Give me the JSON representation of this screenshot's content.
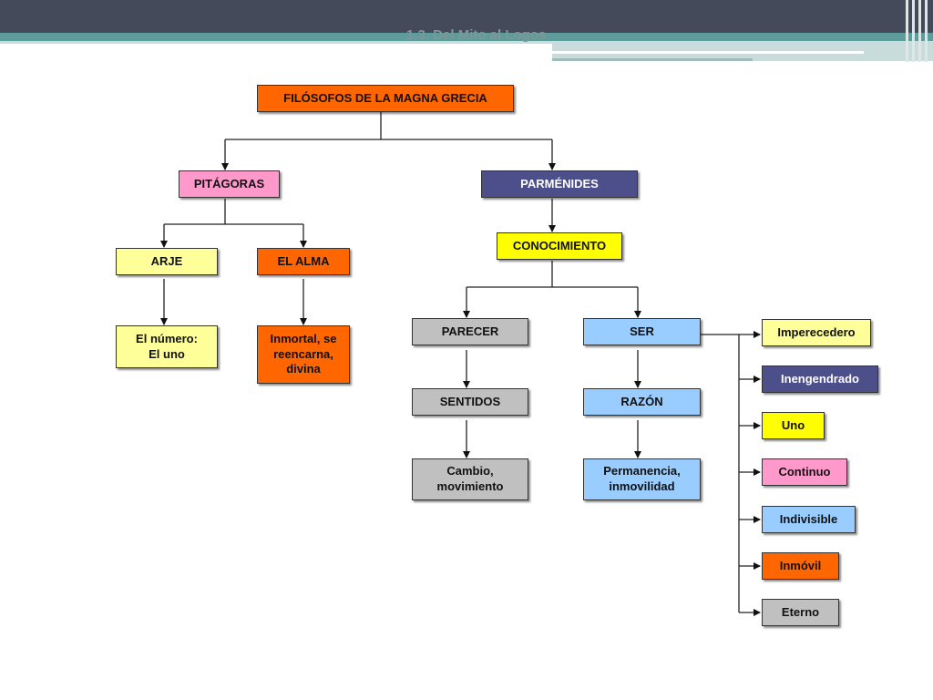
{
  "slide": {
    "title": "1.3. Del Mito al Logos"
  },
  "diagram": {
    "nodes": {
      "root": {
        "label": "FILÓSOFOS DE LA MAGNA GRECIA",
        "color": "#ff6600"
      },
      "pitagoras": {
        "label": "PITÁGORAS",
        "color": "#ff99cc"
      },
      "parmenides": {
        "label": "PARMÉNIDES",
        "color": "#4d4f8a"
      },
      "arje": {
        "label": "ARJE",
        "color": "#ffff99"
      },
      "alma": {
        "label": "EL ALMA",
        "color": "#ff6600"
      },
      "numero": {
        "label": "El número:\nEl uno",
        "color": "#ffff99"
      },
      "inmortal": {
        "label": "Inmortal, se\nreencarna,\ndivina",
        "color": "#ff6600"
      },
      "conocimiento": {
        "label": "CONOCIMIENTO",
        "color": "#ffff00"
      },
      "parecer": {
        "label": "PARECER",
        "color": "#c0c0c0"
      },
      "ser": {
        "label": "SER",
        "color": "#99ccff"
      },
      "sentidos": {
        "label": "SENTIDOS",
        "color": "#c0c0c0"
      },
      "razon": {
        "label": "RAZÓN",
        "color": "#99ccff"
      },
      "cambio": {
        "label": "Cambio,\nmovimiento",
        "color": "#c0c0c0"
      },
      "permanencia": {
        "label": "Permanencia,\ninmovilidad",
        "color": "#99ccff"
      },
      "imperecedero": {
        "label": "Imperecedero",
        "color": "#ffff99"
      },
      "inengendrado": {
        "label": "Inengendrado",
        "color": "#4d4f8a"
      },
      "uno": {
        "label": "Uno",
        "color": "#ffff00"
      },
      "continuo": {
        "label": "Continuo",
        "color": "#ff99cc"
      },
      "indivisible": {
        "label": "Indivisible",
        "color": "#99ccff"
      },
      "inmovil": {
        "label": "Inmóvil",
        "color": "#ff6600"
      },
      "eterno": {
        "label": "Eterno",
        "color": "#c0c0c0"
      }
    }
  }
}
